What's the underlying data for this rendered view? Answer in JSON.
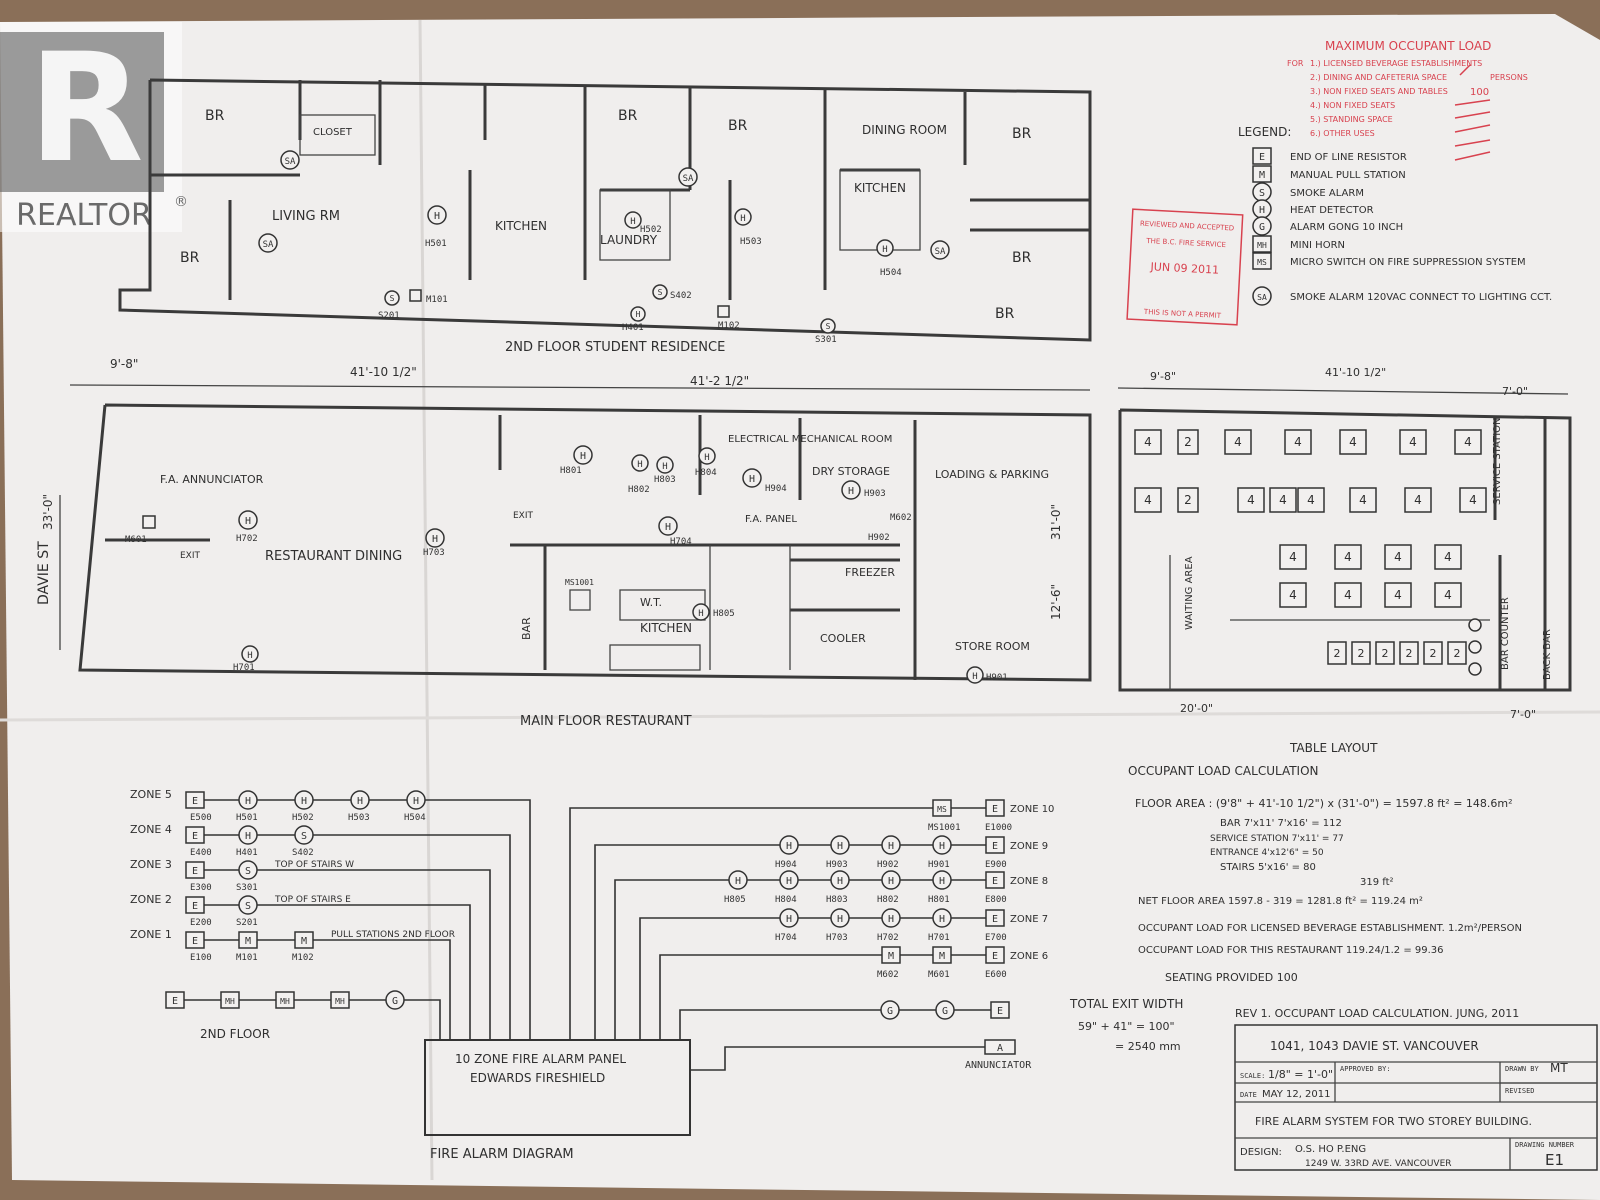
{
  "watermark": {
    "logo_text": "REALTOR",
    "mark": "®"
  },
  "colors": {
    "paper": "#f0eeed",
    "ink": "#333333",
    "stamp": "#d8424f",
    "background": "#8a6f58"
  },
  "max_load": {
    "title": "MAXIMUM OCCUPANT LOAD",
    "for_label": "FOR",
    "items": [
      "1.) LICENSED BEVERAGE ESTABLISHMENTS",
      "2.) DINING AND CAFETERIA SPACE",
      "3.) NON FIXED SEATS AND TABLES",
      "4.) NON FIXED SEATS",
      "5.) STANDING SPACE",
      "6.) OTHER USES"
    ],
    "persons_label": "PERSONS",
    "count": "100"
  },
  "stamp": {
    "lines": [
      "REVIEWED AND ACCEPTED",
      "THE B.C. FIRE SERVICE",
      "JUN 09 2011",
      "THIS IS NOT A PERMIT"
    ]
  },
  "legend": {
    "title": "LEGEND:",
    "items": [
      {
        "symbol": "E",
        "label": "END OF LINE RESISTOR"
      },
      {
        "symbol": "M",
        "label": "MANUAL PULL STATION"
      },
      {
        "symbol": "S",
        "label": "SMOKE ALARM"
      },
      {
        "symbol": "H",
        "label": "HEAT DETECTOR"
      },
      {
        "symbol": "G",
        "label": "ALARM GONG 10 INCH"
      },
      {
        "symbol": "MH",
        "label": "MINI HORN"
      },
      {
        "symbol": "MS",
        "label": "MICRO SWITCH ON FIRE SUPPRESSION SYSTEM"
      },
      {
        "symbol": "SA",
        "label": "SMOKE ALARM 120VAC CONNECT TO LIGHTING CCT."
      }
    ]
  },
  "second_floor": {
    "caption": "2ND FLOOR   STUDENT RESIDENCE",
    "rooms": [
      "BR",
      "BR",
      "BR",
      "BR",
      "BR",
      "BR",
      "BR",
      "CLOSET",
      "LIVING RM",
      "KITCHEN",
      "LAUNDRY",
      "DINING ROOM",
      "KITCHEN"
    ],
    "devices": [
      "H501",
      "H502",
      "H503",
      "H504",
      "S201",
      "S402",
      "M101",
      "M102",
      "H401",
      "S301"
    ]
  },
  "main_floor": {
    "caption": "MAIN FLOOR   RESTAURANT",
    "street": "DAVIE ST",
    "dims": [
      "9'-8\"",
      "41'-10 1/2\"",
      "41'-2 1/2\"",
      "33'-0\"",
      "31'-0\"",
      "12'-6\""
    ],
    "labels": [
      "F.A. ANNUNCIATOR",
      "RESTAURANT DINING",
      "ELECTRICAL MECHANICAL ROOM",
      "DRY STORAGE",
      "LOADING & PARKING",
      "F.A. PANEL",
      "FREEZER",
      "COOLER",
      "STORE ROOM",
      "KITCHEN",
      "W.T.",
      "BAR",
      "EXIT"
    ],
    "devices": [
      "M601",
      "H702",
      "H703",
      "H704",
      "H801",
      "H802",
      "H803",
      "H804",
      "H805",
      "H904",
      "H903",
      "M602",
      "H902",
      "H701",
      "H901",
      "MS1001"
    ]
  },
  "table_layout": {
    "caption": "TABLE LAYOUT",
    "dims": [
      "9'-8\"",
      "41'-10 1/2\"",
      "7'-0\"",
      "20'-0\"",
      "7'-0\""
    ],
    "labels": [
      "SERVICE STATION",
      "WAITING AREA",
      "BAR COUNTER",
      "BACK BAR"
    ],
    "rows": [
      [
        "4",
        "2",
        "4",
        "4",
        "4",
        "4",
        "4"
      ],
      [
        "4",
        "2",
        "4",
        "4",
        "4",
        "4",
        "4",
        "4"
      ],
      [
        "4",
        "4",
        "4",
        "4"
      ],
      [
        "4",
        "4",
        "4",
        "4"
      ]
    ],
    "bar_seats": [
      "2",
      "2",
      "2",
      "2",
      "2",
      "2"
    ]
  },
  "calc": {
    "title": "OCCUPANT LOAD CALCULATION",
    "lines": [
      "FLOOR AREA : (9'8\" + 41'-10 1/2\") x (31'-0\") = 1597.8 ft² = 148.6m²",
      "BAR  7'x11'  7'x16'  = 112",
      "SERVICE STATION  7'x11'  = 77",
      "ENTRANCE  4'x12'6\"  = 50",
      "STAIRS  5'x16'  = 80",
      "319 ft²",
      "NET FLOOR AREA  1597.8 - 319 = 1281.8 ft² = 119.24 m²",
      "OCCUPANT LOAD FOR LICENSED BEVERAGE ESTABLISHMENT.  1.2m²/PERSON",
      "OCCUPANT LOAD FOR THIS RESTAURANT 119.24/1.2 = 99.36",
      "SEATING PROVIDED  100"
    ],
    "exit_title": "TOTAL EXIT WIDTH",
    "exit_lines": [
      "59\" + 41\" = 100\"",
      "= 2540 mm"
    ]
  },
  "diagram": {
    "caption": "FIRE ALARM DIAGRAM",
    "panel_lines": [
      "10 ZONE FIRE ALARM PANEL",
      "EDWARDS FIRESHIELD"
    ],
    "annunciator": "ANNUNCIATOR",
    "annunciator_symbol": "A",
    "floor_label": "2ND FLOOR",
    "left_zones": [
      {
        "zone": "ZONE 5",
        "eol": "E500",
        "devices": [
          {
            "s": "H",
            "id": "H501"
          },
          {
            "s": "H",
            "id": "H502"
          },
          {
            "s": "H",
            "id": "H503"
          },
          {
            "s": "H",
            "id": "H504"
          }
        ],
        "note": ""
      },
      {
        "zone": "ZONE 4",
        "eol": "E400",
        "devices": [
          {
            "s": "H",
            "id": "H401"
          },
          {
            "s": "S",
            "id": "S402"
          }
        ],
        "note": ""
      },
      {
        "zone": "ZONE 3",
        "eol": "E300",
        "devices": [
          {
            "s": "S",
            "id": "S301"
          }
        ],
        "note": "TOP OF STAIRS W"
      },
      {
        "zone": "ZONE 2",
        "eol": "E200",
        "devices": [
          {
            "s": "S",
            "id": "S201"
          }
        ],
        "note": "TOP OF STAIRS E"
      },
      {
        "zone": "ZONE 1",
        "eol": "E100",
        "devices": [
          {
            "s": "M",
            "id": "M101"
          },
          {
            "s": "M",
            "id": "M102"
          }
        ],
        "note": "PULL STATIONS 2ND FLOOR"
      }
    ],
    "bottom_left_devices": [
      "E",
      "MH",
      "MH",
      "MH",
      "G"
    ],
    "right_zones": [
      {
        "zone": "ZONE 10",
        "eol": "E1000",
        "devices": [
          {
            "s": "MS",
            "id": "MS1001"
          }
        ]
      },
      {
        "zone": "ZONE 9",
        "eol": "E900",
        "devices": [
          {
            "s": "H",
            "id": "H904"
          },
          {
            "s": "H",
            "id": "H903"
          },
          {
            "s": "H",
            "id": "H902"
          },
          {
            "s": "H",
            "id": "H901"
          }
        ]
      },
      {
        "zone": "ZONE 8",
        "eol": "E800",
        "devices": [
          {
            "s": "H",
            "id": "H805"
          },
          {
            "s": "H",
            "id": "H804"
          },
          {
            "s": "H",
            "id": "H803"
          },
          {
            "s": "H",
            "id": "H802"
          },
          {
            "s": "H",
            "id": "H801"
          }
        ]
      },
      {
        "zone": "ZONE 7",
        "eol": "E700",
        "devices": [
          {
            "s": "H",
            "id": "H704"
          },
          {
            "s": "H",
            "id": "H703"
          },
          {
            "s": "H",
            "id": "H702"
          },
          {
            "s": "H",
            "id": "H701"
          }
        ]
      },
      {
        "zone": "ZONE 6",
        "eol": "E600",
        "devices": [
          {
            "s": "M",
            "id": "M602"
          },
          {
            "s": "M",
            "id": "M601"
          }
        ]
      }
    ],
    "bottom_right_devices": [
      "G",
      "G",
      "E"
    ]
  },
  "revision": "REV 1.  OCCUPANT LOAD CALCULATION.  JUNG, 2011",
  "title_block": {
    "address": "1041, 1043 DAVIE ST.  VANCOUVER",
    "scale_label": "SCALE:",
    "scale": "1/8\" = 1'-0\"",
    "approved_label": "APPROVED BY:",
    "drawn_label": "DRAWN BY",
    "drawn_by": "MT",
    "revised_label": "REVISED",
    "date_label": "DATE",
    "date": "MAY 12, 2011",
    "title": "FIRE ALARM SYSTEM FOR TWO STOREY BUILDING.",
    "drawing_label": "DRAWING NUMBER",
    "drawing_number": "E1",
    "design_label": "DESIGN:",
    "designer": "O.S. HO P.ENG",
    "designer_addr": "1249 W. 33RD AVE. VANCOUVER"
  }
}
